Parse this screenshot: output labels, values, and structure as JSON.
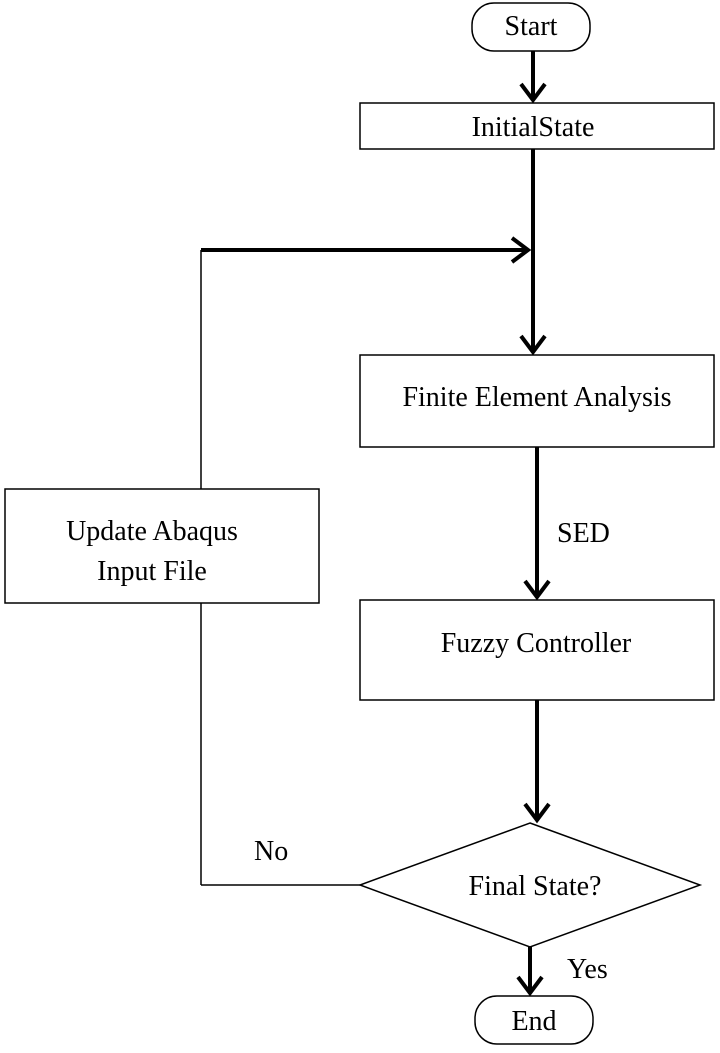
{
  "nodes": {
    "start": "Start",
    "initial_state": "InitialState",
    "fea": "Finite Element Analysis",
    "fuzzy": "Fuzzy Controller",
    "decision": "Final State?",
    "update_line1": "Update Abaqus",
    "update_line2": "Input File",
    "end": "End"
  },
  "edges": {
    "sed": "SED",
    "no": "No",
    "yes": "Yes"
  }
}
